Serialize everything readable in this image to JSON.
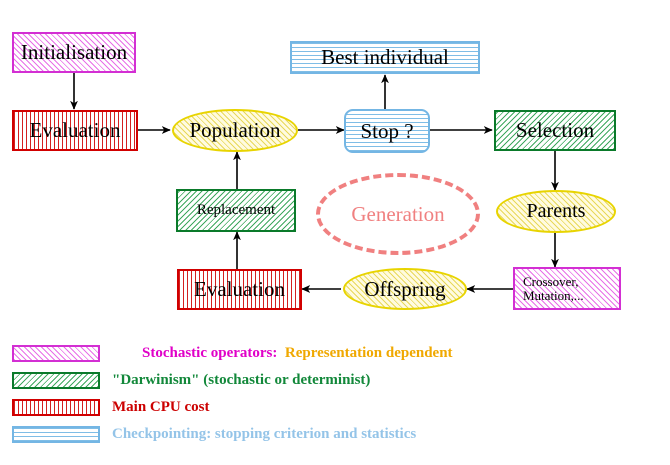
{
  "diagram": {
    "title": "Evolutionary Algorithm Cycle",
    "nodes": {
      "initialisation": {
        "label": "Initialisation",
        "style": "stochastic-operator",
        "shape": "rect"
      },
      "evaluation_top": {
        "label": "Evaluation",
        "style": "main-cpu-cost",
        "shape": "rect"
      },
      "population": {
        "label": "Population",
        "style": "data-set",
        "shape": "ellipse"
      },
      "best_individual": {
        "label": "Best individual",
        "style": "checkpointing",
        "shape": "rect"
      },
      "stop": {
        "label": "Stop ?",
        "style": "checkpointing",
        "shape": "rounded-rect"
      },
      "selection": {
        "label": "Selection",
        "style": "darwinism",
        "shape": "rect"
      },
      "parents": {
        "label": "Parents",
        "style": "data-set",
        "shape": "ellipse"
      },
      "variation": {
        "label": "Crossover,\nMutation,...",
        "style": "stochastic-operator",
        "shape": "rect"
      },
      "offspring": {
        "label": "Offspring",
        "style": "data-set",
        "shape": "ellipse"
      },
      "evaluation_bottom": {
        "label": "Evaluation",
        "style": "main-cpu-cost",
        "shape": "rect"
      },
      "replacement": {
        "label": "Replacement",
        "style": "darwinism",
        "shape": "rect"
      },
      "generation": {
        "label": "Generation",
        "style": "annotation",
        "shape": "dashed-ellipse"
      }
    },
    "edges": [
      {
        "from": "initialisation",
        "to": "evaluation_top"
      },
      {
        "from": "evaluation_top",
        "to": "population"
      },
      {
        "from": "population",
        "to": "stop"
      },
      {
        "from": "stop",
        "to": "best_individual"
      },
      {
        "from": "stop",
        "to": "selection"
      },
      {
        "from": "selection",
        "to": "parents"
      },
      {
        "from": "parents",
        "to": "variation"
      },
      {
        "from": "variation",
        "to": "offspring"
      },
      {
        "from": "offspring",
        "to": "evaluation_bottom"
      },
      {
        "from": "evaluation_bottom",
        "to": "replacement"
      },
      {
        "from": "replacement",
        "to": "population"
      }
    ]
  },
  "legend": {
    "rows": [
      {
        "swatch": "magenta-diagonal-hatch",
        "text_primary": "Stochastic operators:",
        "text_secondary": "Representation dependent",
        "color_primary": "#e000c8",
        "color_secondary": "#f0a800"
      },
      {
        "swatch": "green-diagonal-hatch",
        "text_primary": "\"Darwinism\" (stochastic or determinist)",
        "text_secondary": "",
        "color_primary": "#12883a",
        "color_secondary": ""
      },
      {
        "swatch": "red-vertical-hatch",
        "text_primary": "Main CPU cost",
        "text_secondary": "",
        "color_primary": "#cc0000",
        "color_secondary": ""
      },
      {
        "swatch": "blue-horizontal-hatch",
        "text_primary": "Checkpointing: stopping criterion and statistics",
        "text_secondary": "",
        "color_primary": "#94c4e8",
        "color_secondary": ""
      }
    ]
  },
  "colors": {
    "stochastic_operator_border": "#d32fd3",
    "darwinism_border": "#0a7a2a",
    "main_cpu_cost_border": "#d10000",
    "checkpointing_border": "#74b6e4",
    "data_set_border": "#e8d400",
    "annotation": "#f08080",
    "arrow": "#000000",
    "background": "#ffffff"
  }
}
